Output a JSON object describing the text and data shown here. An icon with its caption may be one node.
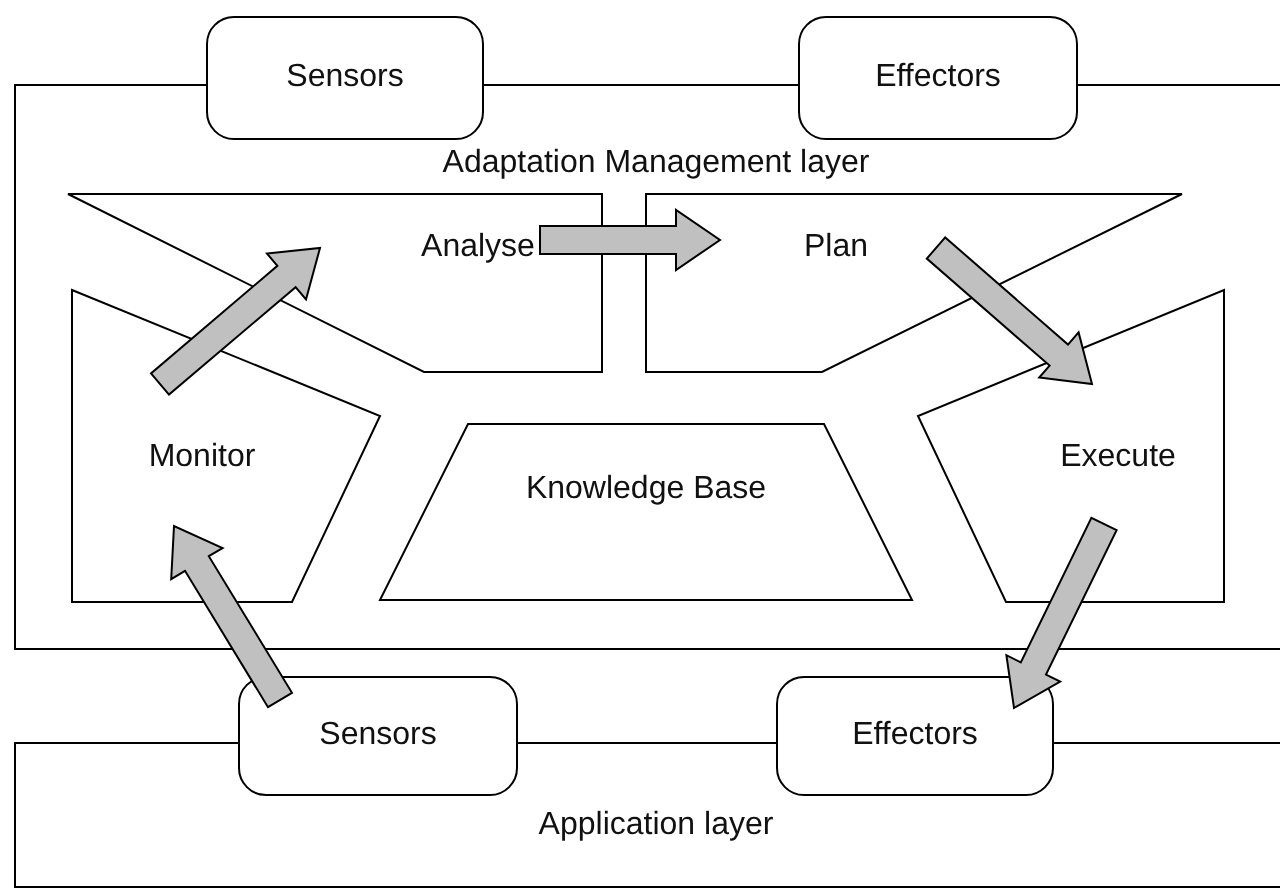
{
  "diagram": {
    "nodes": [
      {
        "text": [
          "Adaptation Management layer"
        ]
      },
      {
        "text": [
          "Sensors"
        ]
      },
      {
        "text": [
          "Effectors"
        ]
      },
      {
        "text": [
          "Analyse"
        ],
        "in": 0
      },
      {
        "text": [
          "Plan"
        ],
        "in": 0
      },
      {
        "text": [
          "Monitor"
        ],
        "in": 0
      },
      {
        "text": [
          "Execute"
        ],
        "in": 0
      },
      {
        "text": [
          "Knowledge Base"
        ],
        "in": 0
      },
      {
        "text": [
          "Application layer"
        ]
      },
      {
        "text": [
          "Sensors"
        ]
      },
      {
        "text": [
          "Effectors"
        ]
      }
    ],
    "edges": [
      {
        "from": 5,
        "to": 3,
        "arrow": "to"
      },
      {
        "from": 3,
        "to": 4,
        "arrow": "to"
      },
      {
        "from": 4,
        "to": 6,
        "arrow": "to"
      },
      {
        "from": 6,
        "to": 10,
        "arrow": "to"
      },
      {
        "from": 9,
        "to": 5,
        "arrow": "to"
      }
    ]
  }
}
